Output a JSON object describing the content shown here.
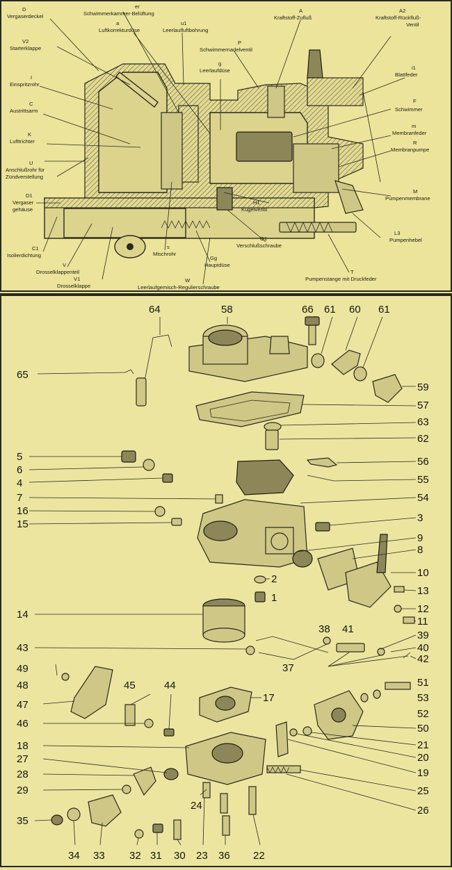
{
  "sectional_view": {
    "labels": [
      {
        "code": "D",
        "name": "Vergaserdeckel"
      },
      {
        "code": "V2",
        "name": "Starterklappe"
      },
      {
        "code": "I",
        "name": "Einspritzrohr"
      },
      {
        "code": "C",
        "name": "Austrittsarm"
      },
      {
        "code": "K",
        "name": "Lufttrichter"
      },
      {
        "code": "U",
        "name": "Anschlußrohr für Zündverstellung"
      },
      {
        "code": "D1",
        "name": "Vergaser gehäuse"
      },
      {
        "code": "C1",
        "name": "Isolierdichtung"
      },
      {
        "code": "V",
        "name": "Drosselklappenteil"
      },
      {
        "code": "V1",
        "name": "Drosselklappe"
      },
      {
        "code": "er",
        "name": "Schwimmerkammer-Belüftung"
      },
      {
        "code": "a",
        "name": "Luftkorrekturdüse"
      },
      {
        "code": "u1",
        "name": "Leerlaufluftbohrung"
      },
      {
        "code": "g",
        "name": "Leerlaufdüse"
      },
      {
        "code": "P",
        "name": "Schwimmernadelventil"
      },
      {
        "code": "A",
        "name": "Kraftstoff-Zufluß"
      },
      {
        "code": "A2",
        "name": "Kraftstoff-Rückfluß-Ventil"
      },
      {
        "code": "i1",
        "name": "Blattfeder"
      },
      {
        "code": "F",
        "name": "Schwimmer"
      },
      {
        "code": "m",
        "name": "Membranfeder"
      },
      {
        "code": "R",
        "name": "Membranpumpe"
      },
      {
        "code": "M",
        "name": "Pumpenmembrane"
      },
      {
        "code": "H1",
        "name": "Kugelventil"
      },
      {
        "code": "O1",
        "name": "Verschlußschraube"
      },
      {
        "code": "L3",
        "name": "Pumpenhebel"
      },
      {
        "code": "s",
        "name": "Mischrohr"
      },
      {
        "code": "Gg",
        "name": "Hauptdüse"
      },
      {
        "code": "T",
        "name": "Pumpenstange mit Druckfeder"
      },
      {
        "code": "W",
        "name": "Leerlaufgemisch-Regulierschraube"
      }
    ]
  },
  "exploded_view": {
    "part_numbers": [
      "64",
      "58",
      "66",
      "61",
      "60",
      "61",
      "65",
      "59",
      "57",
      "63",
      "62",
      "5",
      "6",
      "4",
      "56",
      "55",
      "7",
      "54",
      "16",
      "15",
      "3",
      "9",
      "8",
      "10",
      "2",
      "13",
      "1",
      "12",
      "11",
      "14",
      "38",
      "41",
      "39",
      "43",
      "40",
      "37",
      "42",
      "49",
      "48",
      "51",
      "45",
      "44",
      "47",
      "17",
      "53",
      "52",
      "46",
      "50",
      "18",
      "21",
      "27",
      "20",
      "28",
      "19",
      "29",
      "25",
      "24",
      "26",
      "35",
      "34",
      "33",
      "32",
      "31",
      "30",
      "23",
      "36",
      "22"
    ]
  }
}
